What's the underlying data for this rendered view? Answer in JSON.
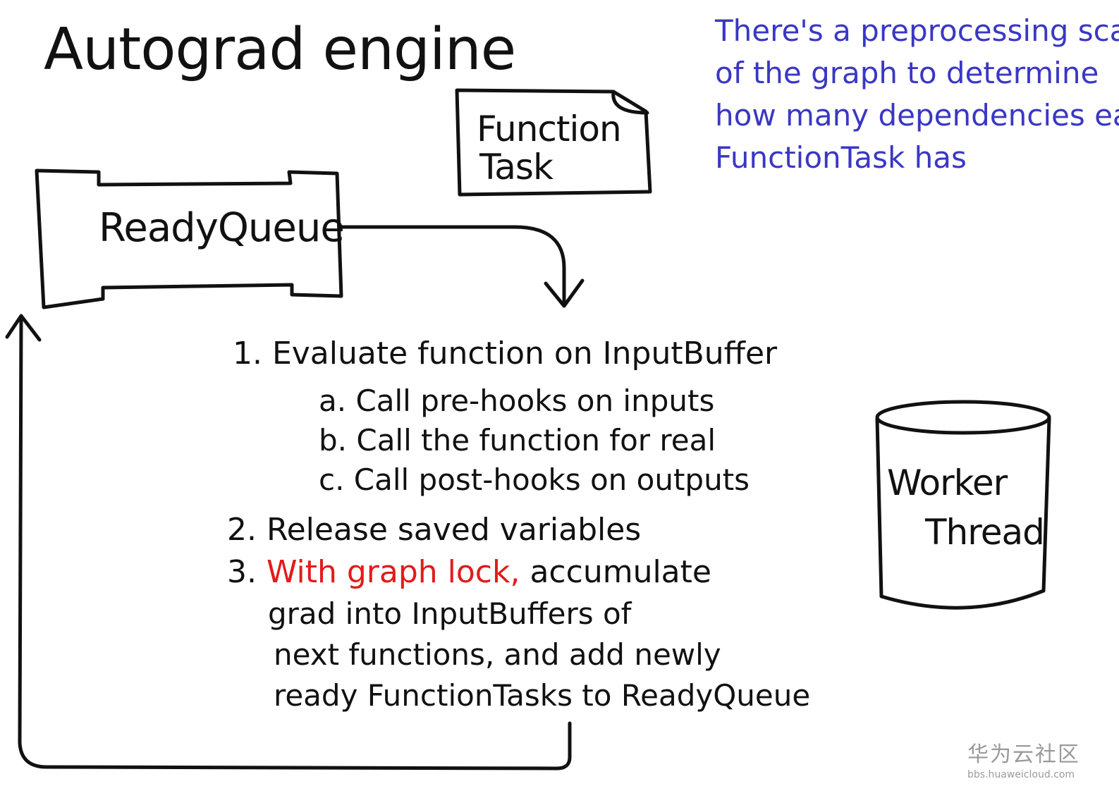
{
  "title": "Autograd engine",
  "note_lines": [
    "There's a preprocessing scan",
    "of the graph to determine",
    "how many dependencies each",
    "FunctionTask has"
  ],
  "function_task": {
    "line1": "Function",
    "line2": "Task"
  },
  "ready_queue": {
    "label": "ReadyQueue"
  },
  "worker_thread": {
    "line1": "Worker",
    "line2": "Thread"
  },
  "steps": {
    "step1": "1. Evaluate function on InputBuffer",
    "step1_sub": [
      "a. Call pre-hooks on inputs",
      "b. Call the function for real",
      "c. Call post-hooks on outputs"
    ],
    "step2": "2. Release saved variables",
    "step3_number": "3.",
    "step3_highlight": "With graph lock,",
    "step3_rest": "accumulate",
    "step3_lines": [
      "grad into InputBuffers of",
      "next functions, and add newly",
      "ready FunctionTasks to ReadyQueue"
    ]
  },
  "watermark": {
    "brand": "华为云社区",
    "url": "bbs.huaweicloud.com"
  },
  "colors": {
    "ink": "#111111",
    "note": "#3a37c4",
    "highlight": "#e21b1b",
    "watermark": "#9a9a9a"
  }
}
